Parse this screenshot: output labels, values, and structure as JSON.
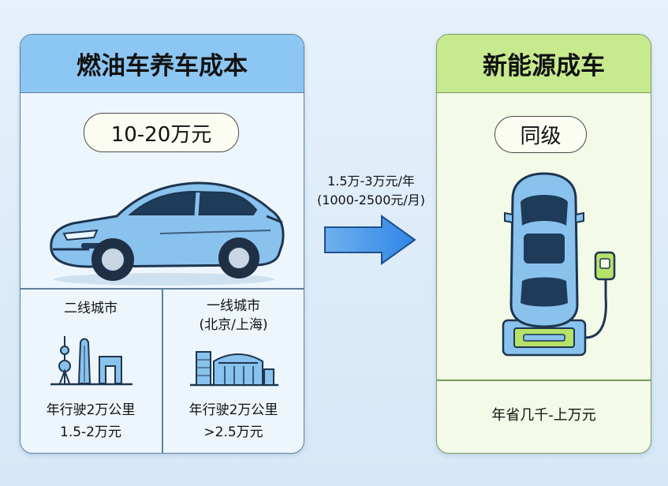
{
  "left": {
    "title": "燃油车养车成本",
    "cost": "10-20万元",
    "tier2": {
      "title": "二线城市",
      "line1": "年行驶2万公里",
      "line2": "1.5-2万元"
    },
    "tier1": {
      "title_1": "一线城市",
      "title_2": "(北京/上海)",
      "line1": "年行驶2万公里",
      "line2": ">2.5万元"
    }
  },
  "arrow": {
    "line1": "1.5万-3万元/年",
    "line2": "(1000-2500元/月)"
  },
  "right": {
    "title": "新能源成车",
    "level": "同级",
    "savings": "年省几千-上万元"
  },
  "colors": {
    "left_header": "#8cc6f2",
    "right_header": "#c8ea8e",
    "car_body": "#8ac2ee",
    "arrow": "#3d8ee8"
  }
}
